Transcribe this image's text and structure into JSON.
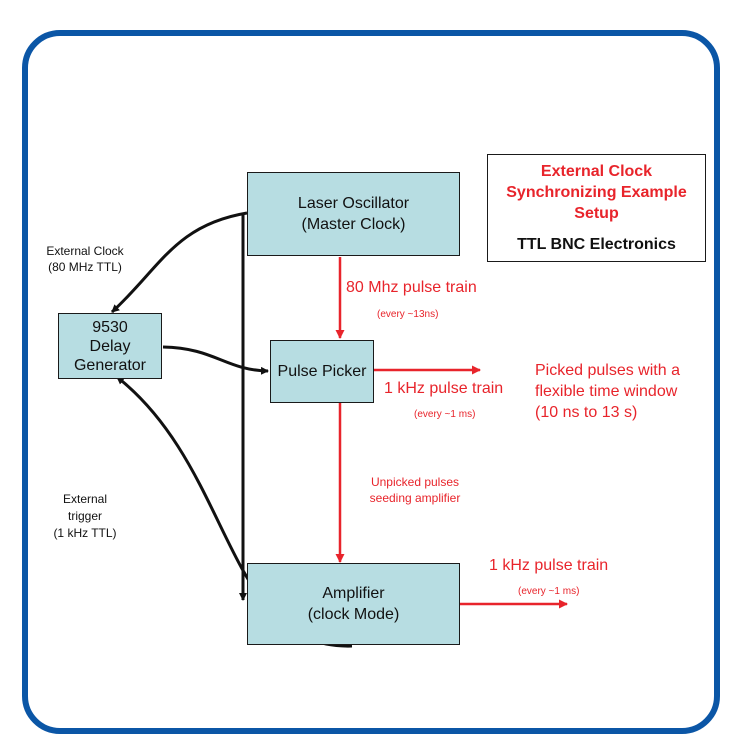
{
  "title_box": {
    "heading": [
      "External Clock",
      "Synchronizing Example",
      "Setup"
    ],
    "company": "TTL BNC Electronics"
  },
  "nodes": {
    "laser": [
      "Laser Oscillator",
      "(Master Clock)"
    ],
    "delay": [
      "9530",
      "Delay",
      "Generator"
    ],
    "picker": [
      "Pulse Picker"
    ],
    "amplifier": [
      "Amplifier",
      "(clock Mode)"
    ]
  },
  "labels": {
    "ext_clock": [
      "External Clock",
      "(80 MHz TTL)"
    ],
    "ext_trigger": [
      "External",
      "trigger",
      "(1 kHz TTL)"
    ],
    "train_80": "80 Mhz pulse train",
    "every_13": "(every ~13ns)",
    "train_1k_picker": "1 kHz pulse train",
    "every_1_picker": "(every ~1 ms)",
    "picked": [
      "Picked pulses with a",
      "flexible time window",
      "(10 ns to 13 s)"
    ],
    "unpicked": [
      "Unpicked pulses",
      "seeding amplifier"
    ],
    "train_1k_amp": "1 kHz pulse train",
    "every_1_amp": "(every ~1 ms)"
  },
  "colors": {
    "frame": "#0b56a6",
    "box_fill": "#b7dde2",
    "accent_red": "#e8242b",
    "line": "#111111"
  }
}
